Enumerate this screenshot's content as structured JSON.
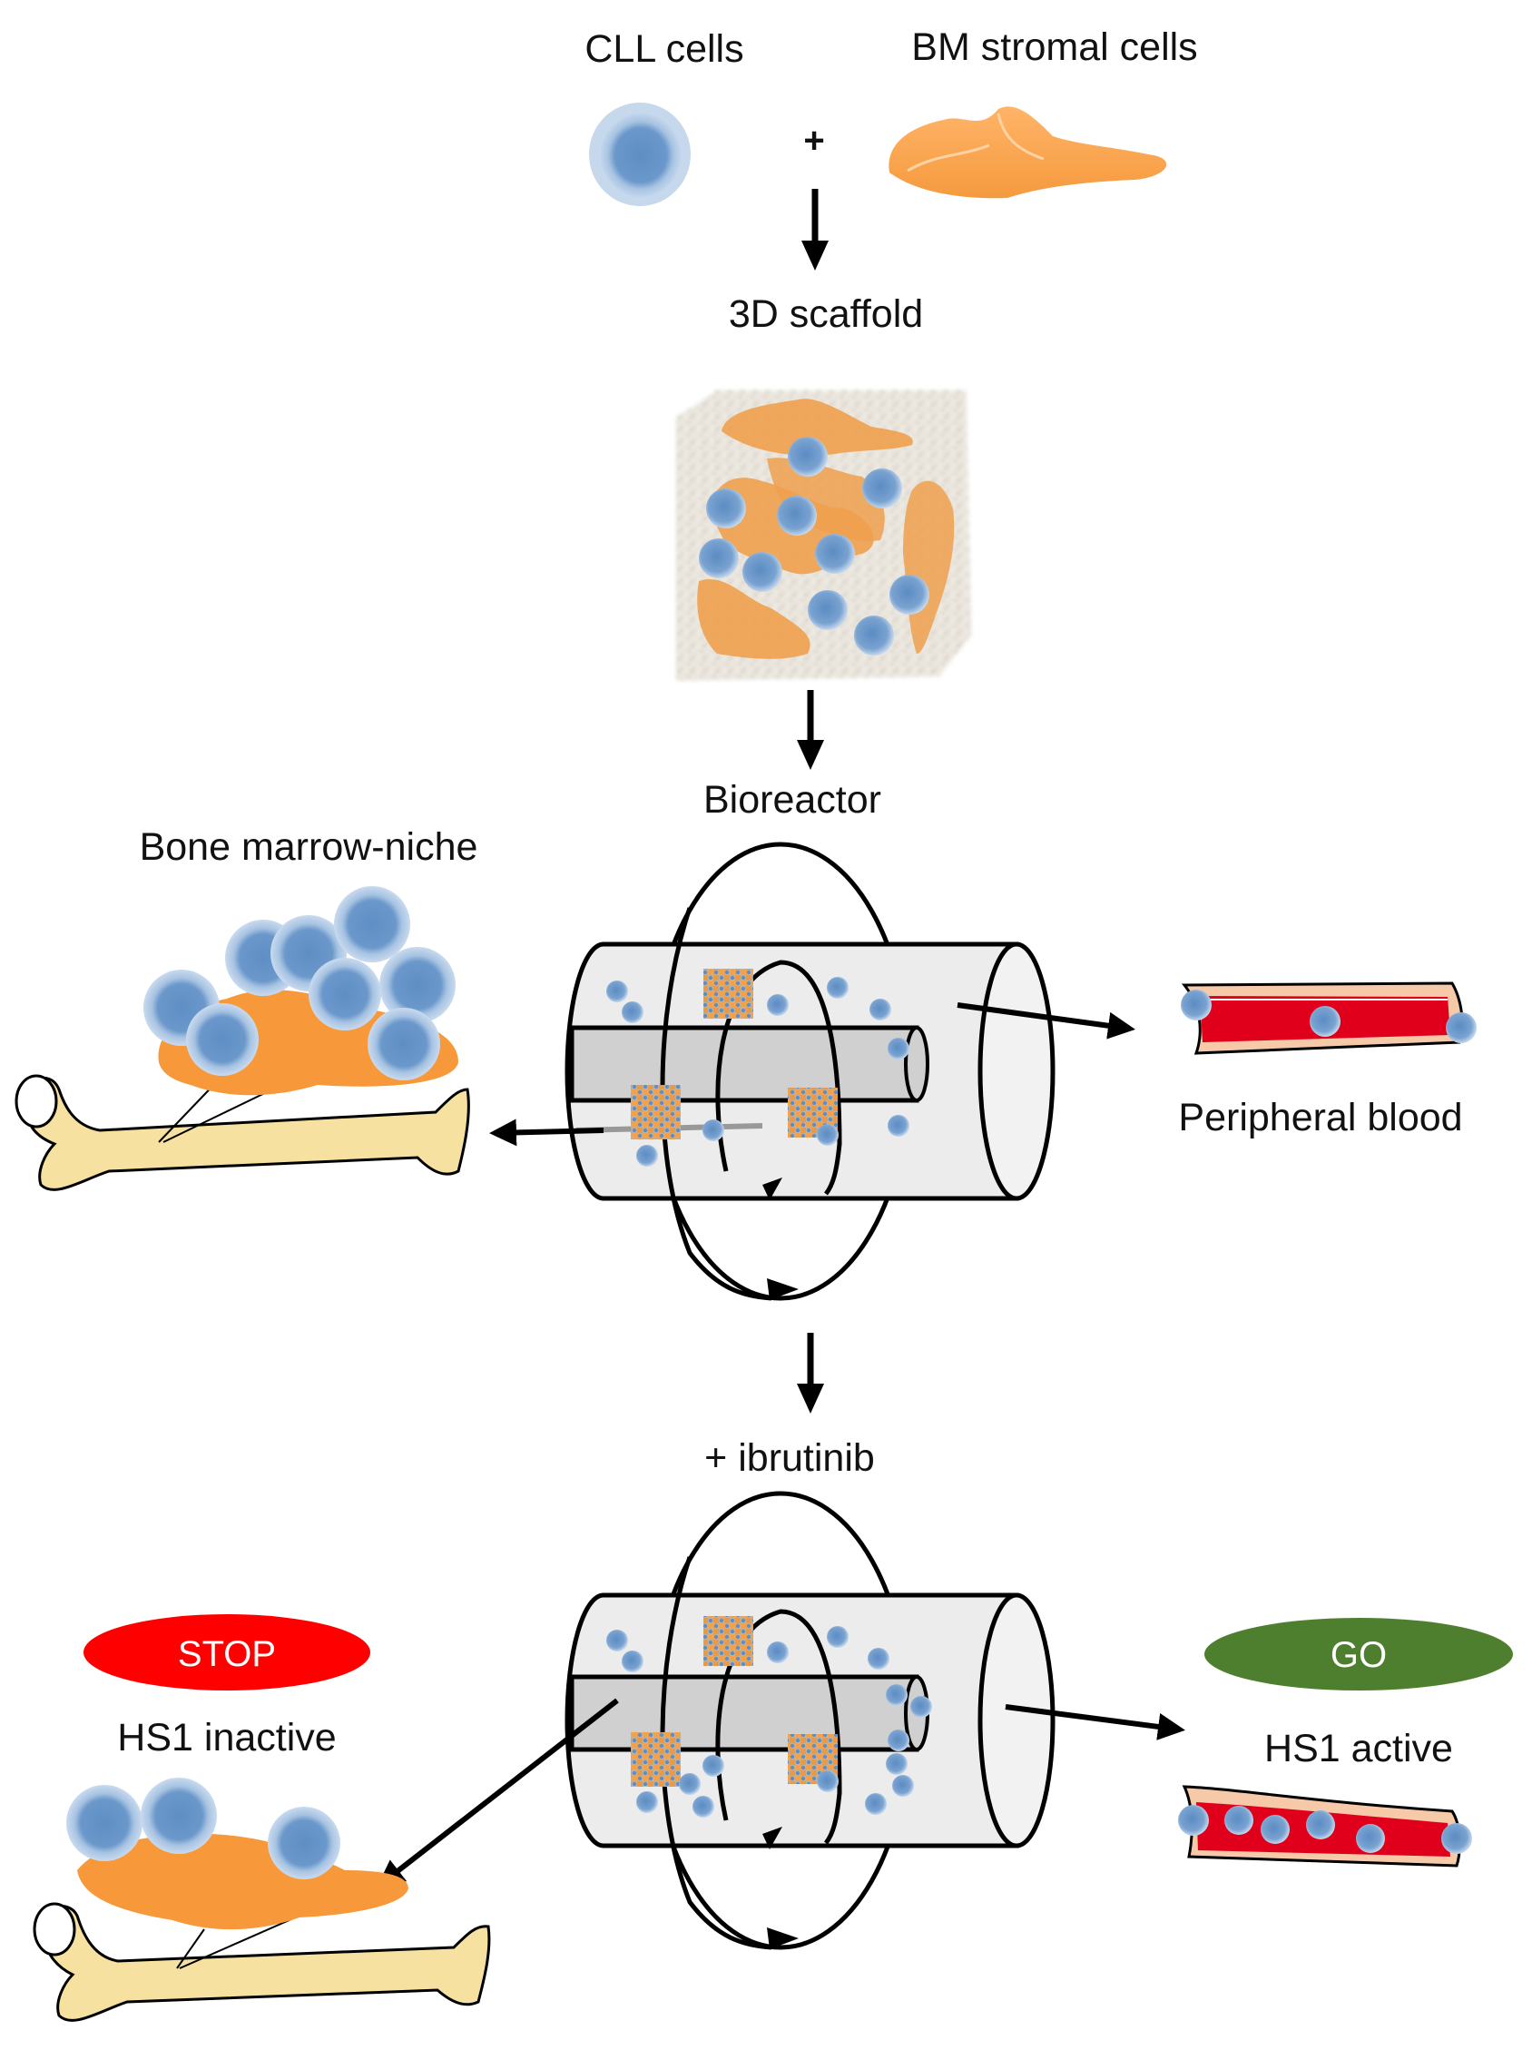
{
  "figure": {
    "inputs": {
      "cll_cells_label": "CLL cells",
      "plus_sign": "+",
      "stromal_cells_label": "BM stromal cells"
    },
    "steps": {
      "scaffold_label": "3D scaffold",
      "bioreactor_label": "Bioreactor",
      "treatment_label": "+ ibrutinib"
    },
    "before_treatment": {
      "niche_label": "Bone marrow-niche",
      "blood_label": "Peripheral blood"
    },
    "after_treatment": {
      "stop_badge": "STOP",
      "stop_caption": "HS1 inactive",
      "go_badge": "GO",
      "go_caption": "HS1 active"
    },
    "colors": {
      "cll_cell": "#7ea6d3",
      "cll_nucleus": "#5f8fc4",
      "stromal": "#f7a24a",
      "bone": "#f7e3a3",
      "vessel": "#e0001b",
      "vessel_wall": "#f6c9a8",
      "stop": "#ff0000",
      "go": "#4e7f2e",
      "cylinder": "#ececec",
      "inner_tube": "#d0d0d0"
    }
  }
}
